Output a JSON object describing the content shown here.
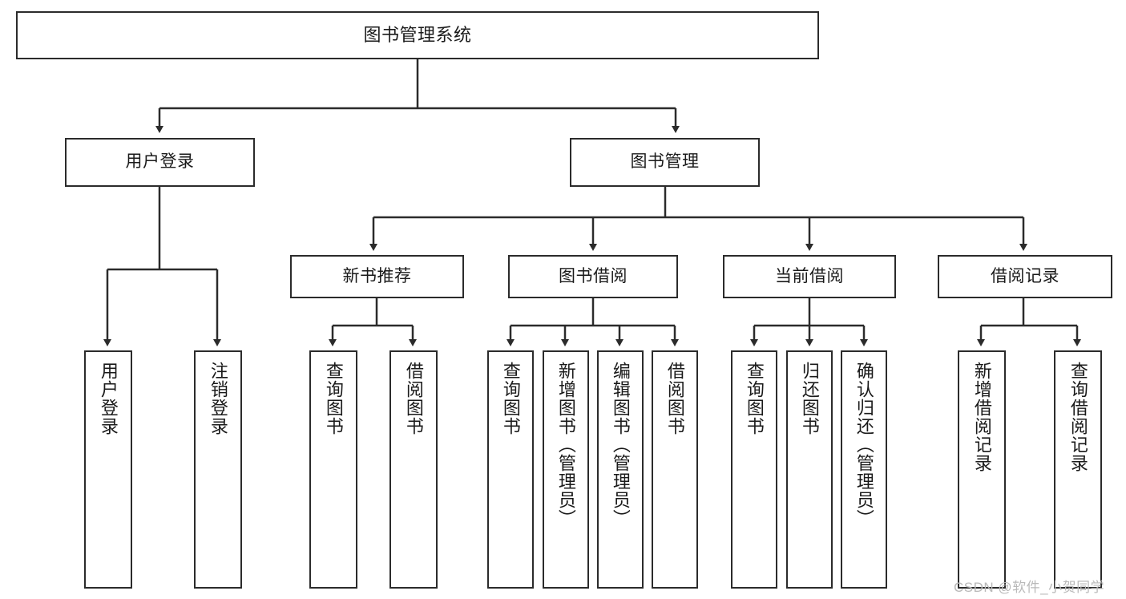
{
  "diagram": {
    "title": "图书管理系统",
    "type": "tree-hierarchy",
    "colors": {
      "box_border": "#2b2b2b",
      "box_fill": "#ffffff",
      "connector": "#2b2b2b",
      "text": "#1a1a1a",
      "watermark": "#b9b9b9",
      "background": "#ffffff"
    },
    "root": {
      "label": "图书管理系统"
    },
    "level2": [
      {
        "label": "用户登录"
      },
      {
        "label": "图书管理"
      }
    ],
    "level3": [
      {
        "label": "新书推荐"
      },
      {
        "label": "图书借阅"
      },
      {
        "label": "当前借阅"
      },
      {
        "label": "借阅记录"
      }
    ],
    "leaves": {
      "user_login": [
        {
          "label": "用户登录"
        },
        {
          "label": "注销登录"
        }
      ],
      "new_book_recommend": [
        {
          "label": "查询图书"
        },
        {
          "label": "借阅图书"
        }
      ],
      "book_borrow": [
        {
          "label": "查询图书"
        },
        {
          "label": "新增图书（管理员）"
        },
        {
          "label": "编辑图书（管理员）"
        },
        {
          "label": "借阅图书"
        }
      ],
      "current_borrow": [
        {
          "label": "查询图书"
        },
        {
          "label": "归还图书"
        },
        {
          "label": "确认归还（管理员）"
        }
      ],
      "borrow_record": [
        {
          "label": "新增借阅记录"
        },
        {
          "label": "查询借阅记录"
        }
      ]
    },
    "watermark": "CSDN @软件_小贺同学"
  }
}
